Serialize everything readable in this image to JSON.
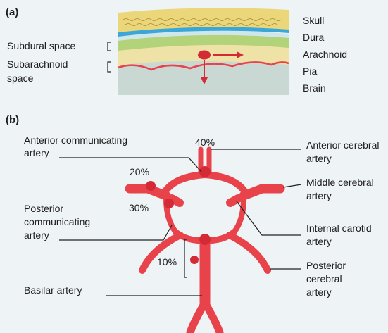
{
  "panel_a": {
    "tag": "(a)",
    "layer_labels": [
      "Skull",
      "Dura",
      "Arachnoid",
      "Pia",
      "Brain"
    ],
    "space_labels": {
      "subdural": "Subdural space",
      "subarachnoid_line1": "Subarachnoid",
      "subarachnoid_line2": "space"
    },
    "colors": {
      "skull": "#ecd67a",
      "dura": "#3aa7d8",
      "subdural": "#cfe6ea",
      "arachnoid": "#b3d37a",
      "subarachnoid": "#efe2a6",
      "pia": "#e8424a",
      "brain": "#c9d8d2"
    }
  },
  "panel_b": {
    "tag": "(b)",
    "labels": {
      "acom_line1": "Anterior communicating",
      "acom_line2": "artery",
      "pcom_line1": "Posterior",
      "pcom_line2": "communicating",
      "pcom_line3": "artery",
      "basilar": "Basilar artery",
      "aca_line1": "Anterior cerebral",
      "aca_line2": "artery",
      "mca_line1": "Middle cerebral",
      "mca_line2": "artery",
      "ica_line1": "Internal carotid",
      "ica_line2": "artery",
      "pca_line1": "Posterior",
      "pca_line2": "cerebral",
      "pca_line3": "artery"
    },
    "percentages": {
      "acom": "40%",
      "mca_junction": "20%",
      "pcom": "30%",
      "basilar_tip": "10%"
    },
    "colors": {
      "artery": "#e8424a",
      "aneurysm": "#d32a35"
    }
  }
}
